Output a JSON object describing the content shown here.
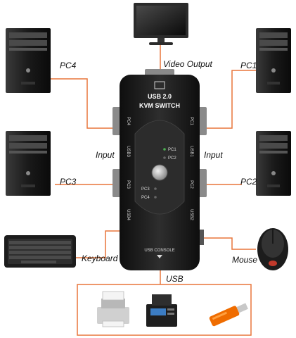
{
  "labels": {
    "video_output": "Video Output",
    "pc1": "PC1",
    "pc2": "PC2",
    "pc3": "PC3",
    "pc4": "PC4",
    "input_left": "Input",
    "input_right": "Input",
    "keyboard": "Keyboard",
    "mouse": "Mouse",
    "usb": "USB"
  },
  "device": {
    "title_line1": "USB 2.0",
    "title_line2": "KVM SWITCH",
    "port_pc1": "PC1",
    "port_pc2": "PC2",
    "port_pc3": "PC3",
    "port_pc4": "PC4",
    "port_usb1": "USB1",
    "port_usb2": "USB2",
    "port_usb3": "USB3",
    "port_usb4": "USB4",
    "led_pc1": "PC1",
    "led_pc2": "PC2",
    "led_pc3": "PC3",
    "led_pc4": "PC4",
    "console": "USB CONSOLE"
  },
  "colors": {
    "connector_line": "#e8753a",
    "device_body": "#1e1e1e",
    "tower": "#1a1a1a"
  }
}
